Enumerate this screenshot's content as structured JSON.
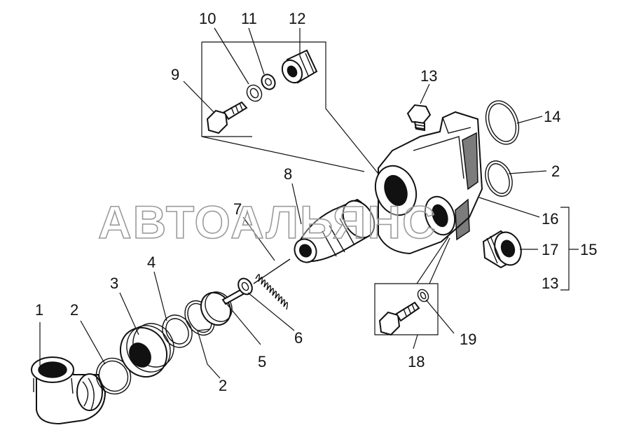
{
  "watermark": "АВТОАЛЬЯНС",
  "callouts": [
    {
      "id": "c1",
      "text": "1"
    },
    {
      "id": "c2a",
      "text": "2"
    },
    {
      "id": "c3",
      "text": "3"
    },
    {
      "id": "c4",
      "text": "4"
    },
    {
      "id": "c2b",
      "text": "2"
    },
    {
      "id": "c5",
      "text": "5"
    },
    {
      "id": "c6",
      "text": "6"
    },
    {
      "id": "c7",
      "text": "7"
    },
    {
      "id": "c8",
      "text": "8"
    },
    {
      "id": "c9",
      "text": "9"
    },
    {
      "id": "c10",
      "text": "10"
    },
    {
      "id": "c11",
      "text": "11"
    },
    {
      "id": "c12",
      "text": "12"
    },
    {
      "id": "c13a",
      "text": "13"
    },
    {
      "id": "c14",
      "text": "14"
    },
    {
      "id": "c2c",
      "text": "2"
    },
    {
      "id": "c16",
      "text": "16"
    },
    {
      "id": "c17",
      "text": "17"
    },
    {
      "id": "c13b",
      "text": "13"
    },
    {
      "id": "c15",
      "text": "15"
    },
    {
      "id": "c18",
      "text": "18"
    },
    {
      "id": "c19",
      "text": "19"
    }
  ]
}
